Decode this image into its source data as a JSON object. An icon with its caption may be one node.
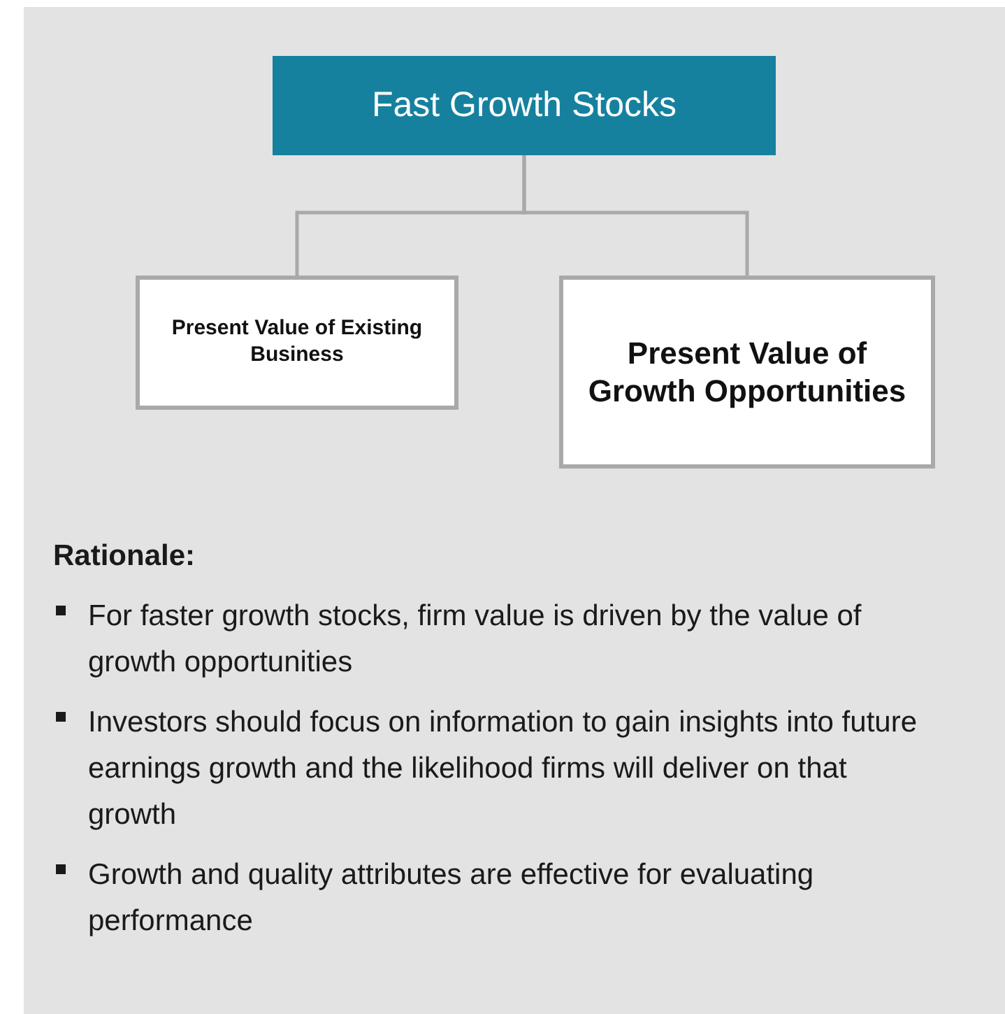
{
  "diagram": {
    "nodes": [
      {
        "text": [
          "Fast Growth Stocks"
        ]
      },
      {
        "text": [
          "Present Value of Existing Business"
        ]
      },
      {
        "text": [
          "Present Value of Growth Opportunities"
        ]
      }
    ],
    "edges": [
      {
        "from": 0,
        "to": 1,
        "arrow": "none"
      },
      {
        "from": 0,
        "to": 2,
        "arrow": "none"
      }
    ],
    "labels": [
      "Rationale:",
      "For faster growth stocks, firm value is driven by the value of growth opportunities",
      "Investors should focus on information to gain insights into future earnings growth and the likelihood firms will deliver on that growth",
      "Growth and quality attributes are effective for evaluating performance"
    ]
  }
}
